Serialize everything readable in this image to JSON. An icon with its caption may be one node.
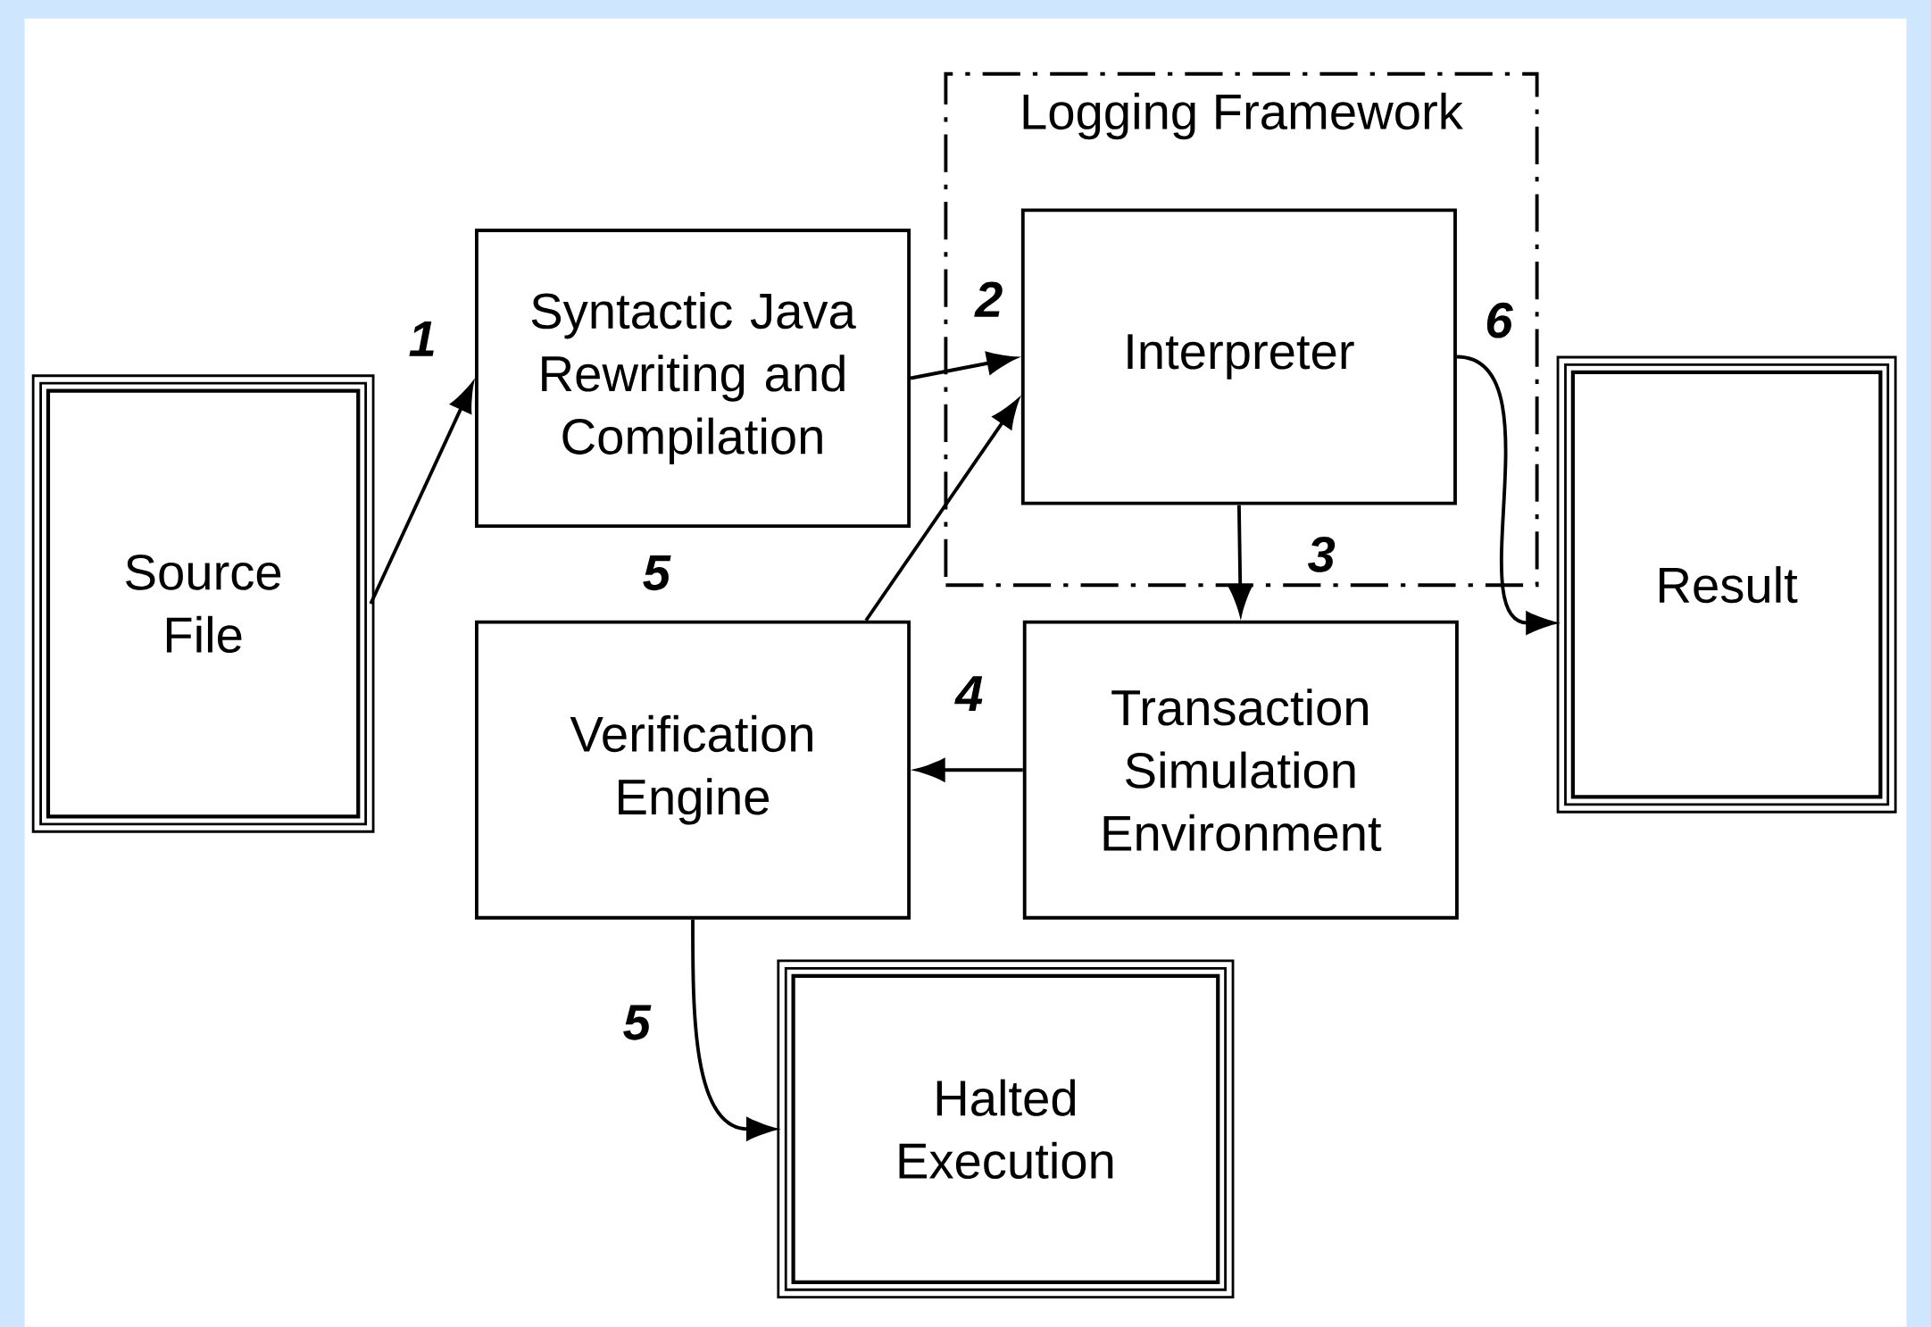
{
  "diagram": {
    "nodes": [
      {
        "text": [
          "Source File"
        ]
      },
      {
        "text": [
          "Syntactic Java Rewriting and Compilation"
        ]
      },
      {
        "text": [
          "Logging Framework"
        ]
      },
      {
        "text": [
          "Interpreter"
        ],
        "in": 2
      },
      {
        "text": [
          "Result"
        ]
      },
      {
        "text": [
          "Verification Engine"
        ]
      },
      {
        "text": [
          "Transaction Simulation Environment"
        ]
      },
      {
        "text": [
          "Halted Execution"
        ]
      }
    ],
    "edges": [
      {
        "from": 0,
        "to": 1,
        "arrow": "to",
        "label": "1"
      },
      {
        "from": 1,
        "to": 3,
        "arrow": "to",
        "label": "2"
      },
      {
        "from": 3,
        "to": 6,
        "arrow": "to",
        "label": "3"
      },
      {
        "from": 6,
        "to": 5,
        "arrow": "to",
        "label": "4"
      },
      {
        "from": 5,
        "to": 3,
        "arrow": "to",
        "label": "5"
      },
      {
        "from": 5,
        "to": 7,
        "arrow": "to",
        "label": "5"
      },
      {
        "from": 3,
        "to": 4,
        "arrow": "to",
        "label": "6"
      }
    ]
  }
}
